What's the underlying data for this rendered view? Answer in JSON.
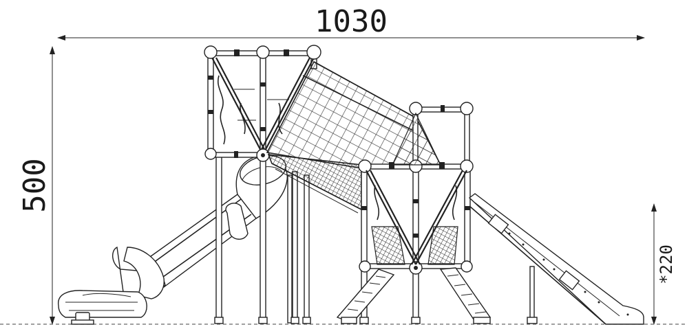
{
  "drawing": {
    "width_dim_label": "1030",
    "height_dim_label": "500",
    "slide_height_dim_label": "*220"
  },
  "colors": {
    "line": "#222222",
    "background": "#ffffff",
    "ground_dash": "#666666"
  }
}
